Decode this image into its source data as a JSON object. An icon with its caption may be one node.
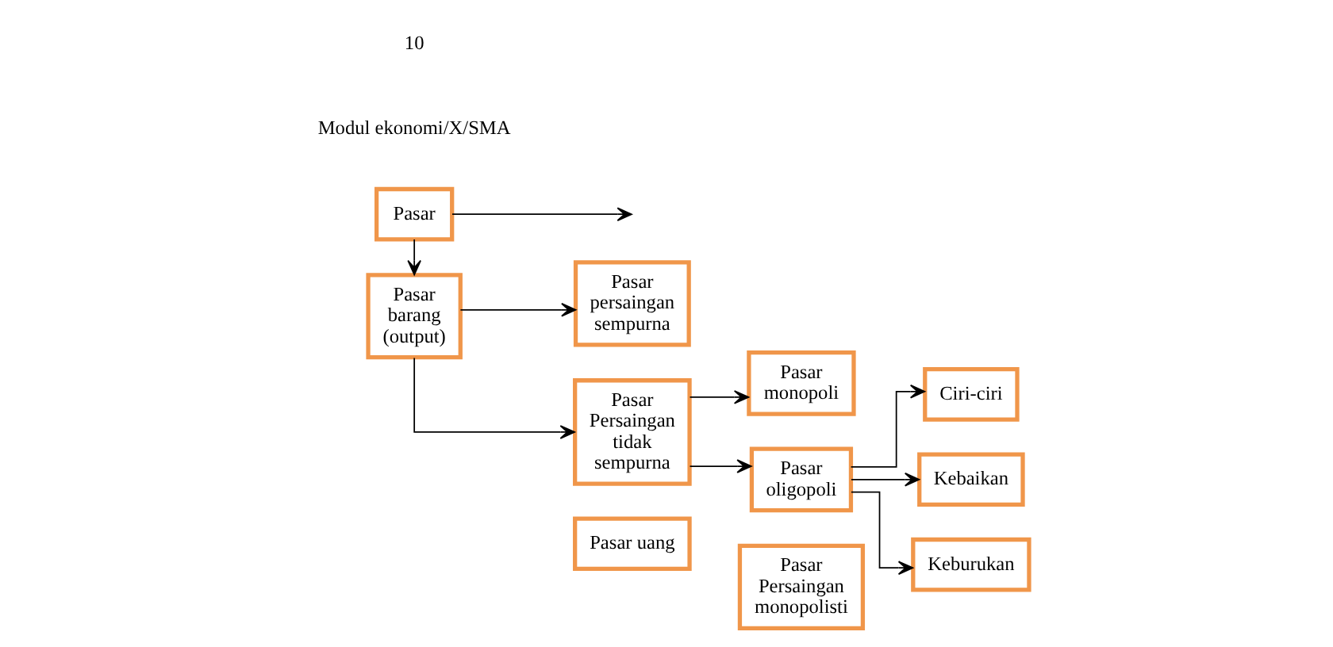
{
  "diagram": {
    "nodes": [
      {
        "text": [
          "Pasar barang (output)"
        ]
      },
      {
        "text": [
          "Pasar"
        ]
      },
      {
        "text": [
          "Pasar persaingan sempurna"
        ]
      },
      {
        "text": [
          "Pasar Persaingan tidak sempurna"
        ]
      },
      {
        "text": [
          "Pasar uang"
        ]
      },
      {
        "text": [
          "Pasar monopoli"
        ]
      },
      {
        "text": [
          "Pasar oligopoli"
        ]
      },
      {
        "text": [
          "Pasar Persaingan monopolisti"
        ]
      },
      {
        "text": [
          "Ciri-ciri"
        ]
      },
      {
        "text": [
          "Kebaikan"
        ]
      },
      {
        "text": [
          "Keburukan"
        ]
      }
    ],
    "edges": [
      {
        "from": 1,
        "to": 0,
        "arrow": "to"
      },
      {
        "from": 1,
        "to": null,
        "arrow": "to"
      },
      {
        "from": 0,
        "to": 2,
        "arrow": "to"
      },
      {
        "from": 0,
        "to": 3,
        "arrow": "to"
      },
      {
        "from": 3,
        "to": 5,
        "arrow": "to"
      },
      {
        "from": 3,
        "to": 6,
        "arrow": "to"
      },
      {
        "from": 6,
        "to": 8,
        "arrow": "to"
      },
      {
        "from": 6,
        "to": 9,
        "arrow": "to"
      },
      {
        "from": 6,
        "to": 10,
        "arrow": "to"
      }
    ],
    "labels": [
      "Modul ekonomi/X/SMA",
      "10"
    ]
  }
}
